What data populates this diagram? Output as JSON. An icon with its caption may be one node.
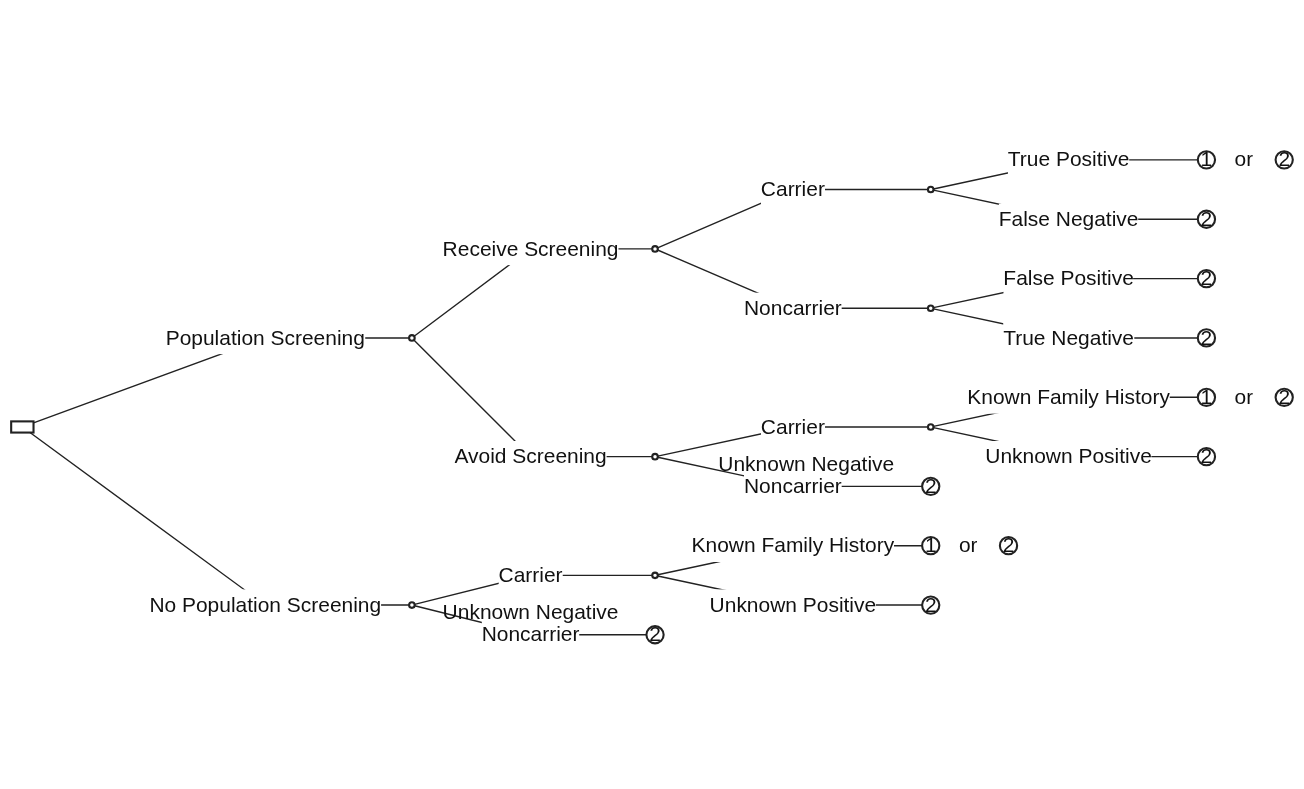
{
  "diagram": {
    "nodes": [
      {
        "text": [],
        "shape": "box"
      },
      {
        "text": [],
        "shape": "circle"
      },
      {
        "text": [],
        "shape": "circle"
      },
      {
        "text": [],
        "shape": "circle"
      },
      {
        "text": [
          "1"
        ],
        "beside": [
          "or"
        ]
      },
      {
        "text": [
          "2"
        ]
      },
      {
        "text": [
          "2"
        ]
      },
      {
        "text": [],
        "shape": "circle"
      },
      {
        "text": [
          "2"
        ]
      },
      {
        "text": [
          "2"
        ]
      },
      {
        "text": [],
        "shape": "circle"
      },
      {
        "text": [],
        "shape": "circle"
      },
      {
        "text": [
          "1"
        ],
        "beside": [
          "or"
        ]
      },
      {
        "text": [
          "2"
        ]
      },
      {
        "text": [
          "2"
        ]
      },
      {
        "text": [
          "2"
        ],
        "beside": [
          "Unknown Negative"
        ]
      },
      {
        "text": [],
        "shape": "circle"
      },
      {
        "text": [],
        "shape": "circle"
      },
      {
        "text": [
          "1"
        ],
        "beside": [
          "or"
        ]
      },
      {
        "text": [
          "2"
        ]
      },
      {
        "text": [
          "2"
        ]
      },
      {
        "text": [
          "2"
        ],
        "beside": [
          "Unknown Negative"
        ]
      }
    ],
    "edges": [
      {
        "from": 0,
        "to": 1,
        "arrow": "none",
        "label": "Population Screening"
      },
      {
        "from": 0,
        "to": 16,
        "arrow": "none",
        "label": "No Population Screening"
      },
      {
        "from": 1,
        "to": 2,
        "arrow": "none",
        "label": "Receive Screening"
      },
      {
        "from": 1,
        "to": 10,
        "arrow": "none",
        "label": "Avoid Screening"
      },
      {
        "from": 2,
        "to": 3,
        "arrow": "none",
        "label": "Carrier"
      },
      {
        "from": 2,
        "to": 7,
        "arrow": "none",
        "label": "Noncarrier"
      },
      {
        "from": 3,
        "to": 4,
        "arrow": "none",
        "label": "True Positive"
      },
      {
        "from": 3,
        "to": 6,
        "arrow": "none",
        "label": "False Negative"
      },
      {
        "from": 7,
        "to": 8,
        "arrow": "none",
        "label": "False Positive"
      },
      {
        "from": 7,
        "to": 9,
        "arrow": "none",
        "label": "True Negative"
      },
      {
        "from": 10,
        "to": 11,
        "arrow": "none",
        "label": "Carrier"
      },
      {
        "from": 10,
        "to": 15,
        "arrow": "none",
        "label": "Noncarrier"
      },
      {
        "from": 11,
        "to": 12,
        "arrow": "none",
        "label": "Known Family History"
      },
      {
        "from": 11,
        "to": 14,
        "arrow": "none",
        "label": "Unknown Positive"
      },
      {
        "from": 16,
        "to": 17,
        "arrow": "none",
        "label": "Carrier"
      },
      {
        "from": 16,
        "to": 21,
        "arrow": "none",
        "label": "Noncarrier"
      },
      {
        "from": 17,
        "to": 18,
        "arrow": "none",
        "label": "Known Family History"
      },
      {
        "from": 17,
        "to": 20,
        "arrow": "none",
        "label": "Unknown Positive"
      }
    ]
  }
}
